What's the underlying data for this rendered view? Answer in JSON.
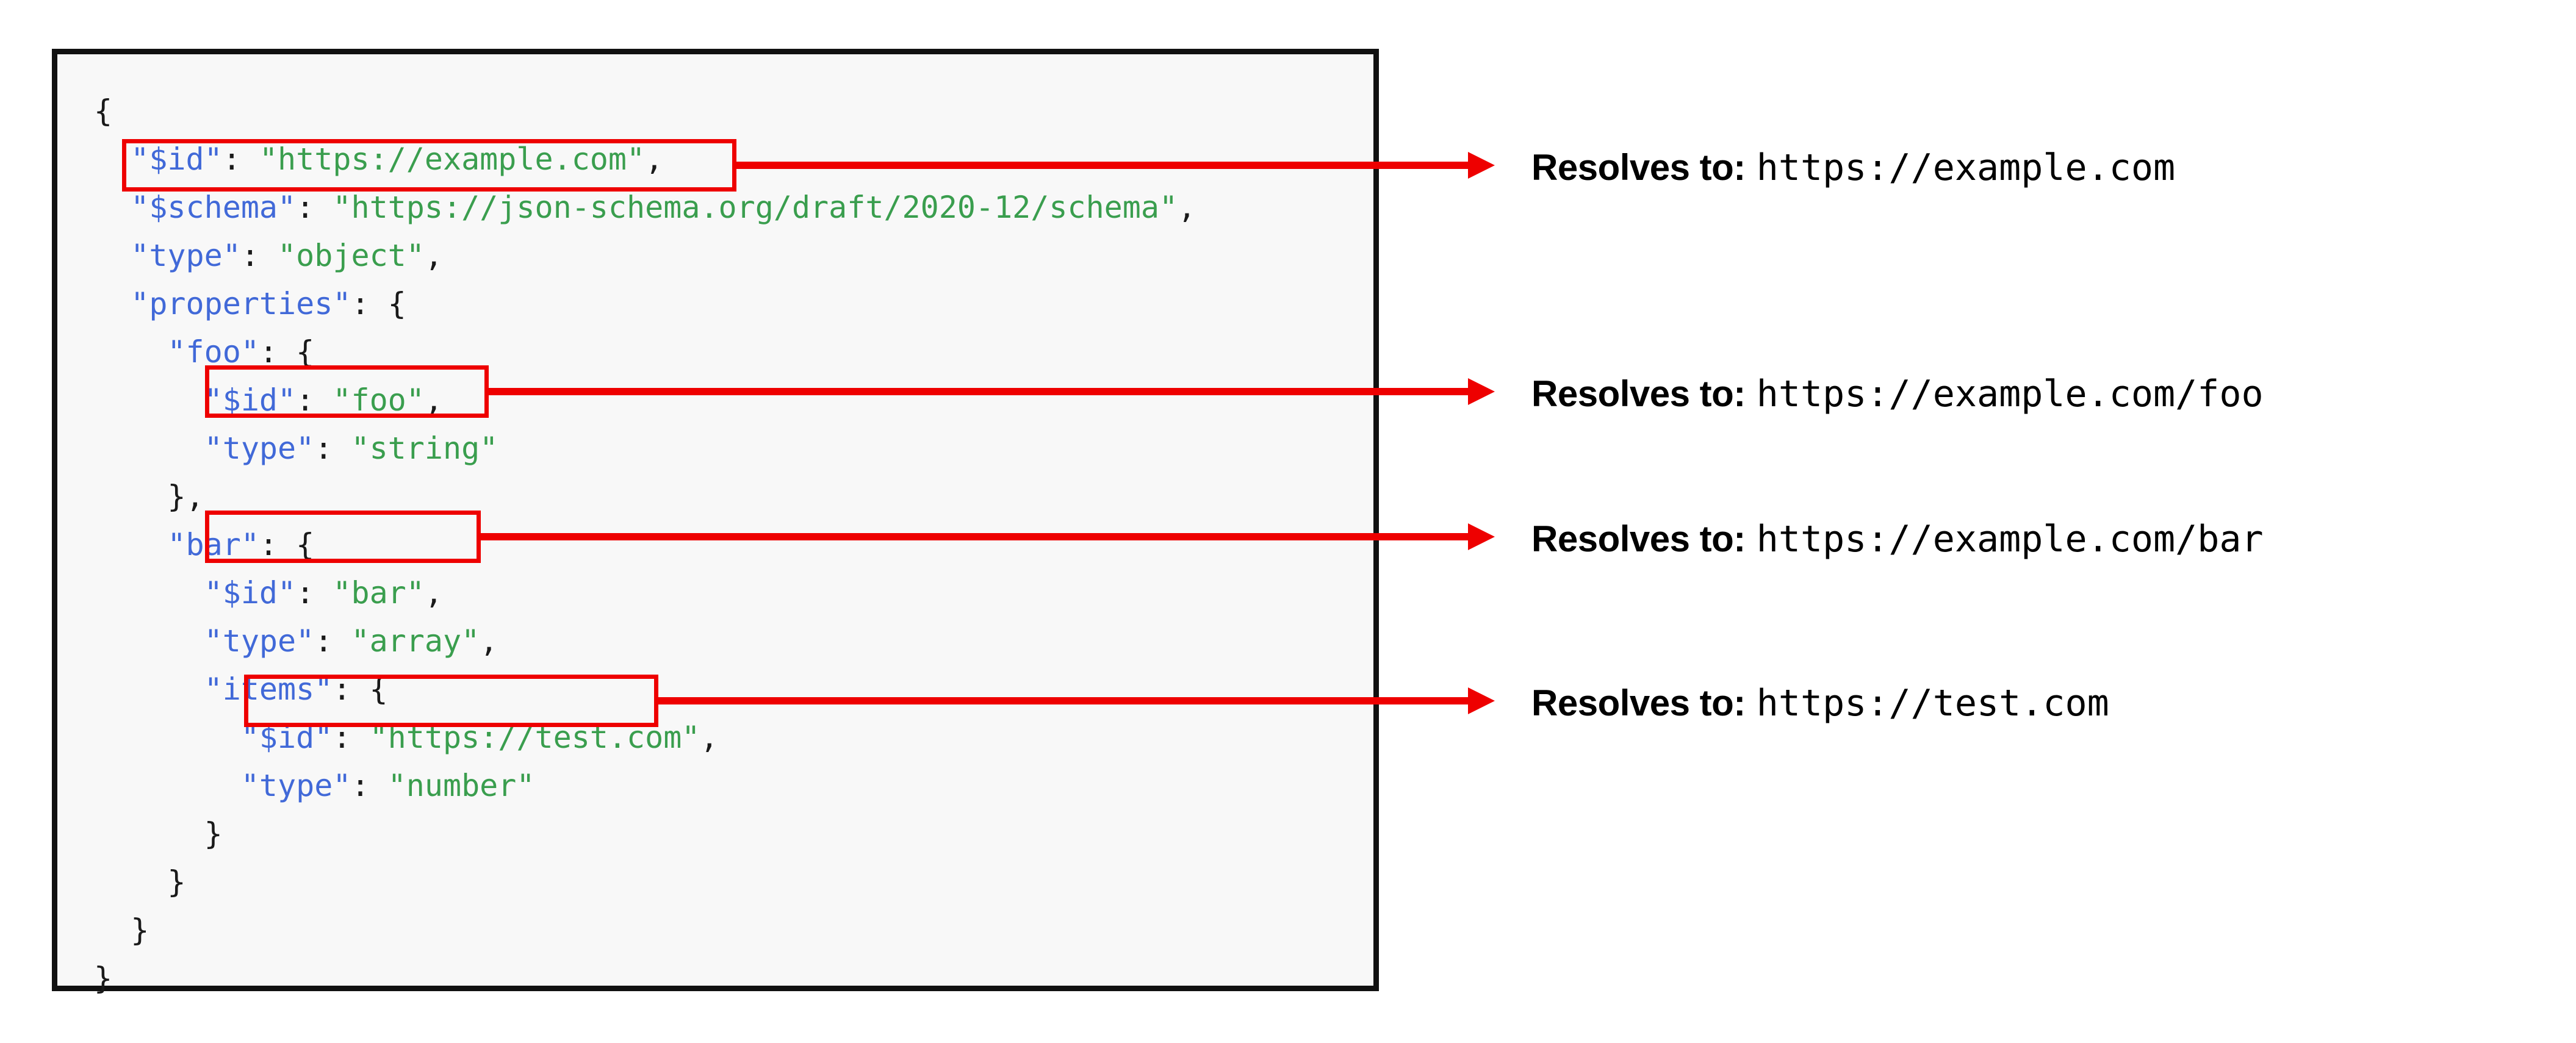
{
  "code_block": {
    "language": "json",
    "lines": [
      {
        "indent": 0,
        "tokens": [
          {
            "t": "p",
            "v": "{"
          }
        ]
      },
      {
        "indent": 1,
        "tokens": [
          {
            "t": "k",
            "v": "\"$id\""
          },
          {
            "t": "p",
            "v": ": "
          },
          {
            "t": "s",
            "v": "\"https://example.com\""
          },
          {
            "t": "p",
            "v": ","
          }
        ]
      },
      {
        "indent": 1,
        "tokens": [
          {
            "t": "k",
            "v": "\"$schema\""
          },
          {
            "t": "p",
            "v": ": "
          },
          {
            "t": "s",
            "v": "\"https://json-schema.org/draft/2020-12/schema\""
          },
          {
            "t": "p",
            "v": ","
          }
        ]
      },
      {
        "indent": 1,
        "tokens": [
          {
            "t": "k",
            "v": "\"type\""
          },
          {
            "t": "p",
            "v": ": "
          },
          {
            "t": "s",
            "v": "\"object\""
          },
          {
            "t": "p",
            "v": ","
          }
        ]
      },
      {
        "indent": 1,
        "tokens": [
          {
            "t": "k",
            "v": "\"properties\""
          },
          {
            "t": "p",
            "v": ": {"
          }
        ]
      },
      {
        "indent": 2,
        "tokens": [
          {
            "t": "k",
            "v": "\"foo\""
          },
          {
            "t": "p",
            "v": ": {"
          }
        ]
      },
      {
        "indent": 3,
        "tokens": [
          {
            "t": "k",
            "v": "\"$id\""
          },
          {
            "t": "p",
            "v": ": "
          },
          {
            "t": "s",
            "v": "\"foo\""
          },
          {
            "t": "p",
            "v": ","
          }
        ]
      },
      {
        "indent": 3,
        "tokens": [
          {
            "t": "k",
            "v": "\"type\""
          },
          {
            "t": "p",
            "v": ": "
          },
          {
            "t": "s",
            "v": "\"string\""
          }
        ]
      },
      {
        "indent": 2,
        "tokens": [
          {
            "t": "p",
            "v": "},"
          }
        ]
      },
      {
        "indent": 2,
        "tokens": [
          {
            "t": "k",
            "v": "\"bar\""
          },
          {
            "t": "p",
            "v": ": {"
          }
        ]
      },
      {
        "indent": 3,
        "tokens": [
          {
            "t": "k",
            "v": "\"$id\""
          },
          {
            "t": "p",
            "v": ": "
          },
          {
            "t": "s",
            "v": "\"bar\""
          },
          {
            "t": "p",
            "v": ","
          }
        ]
      },
      {
        "indent": 3,
        "tokens": [
          {
            "t": "k",
            "v": "\"type\""
          },
          {
            "t": "p",
            "v": ": "
          },
          {
            "t": "s",
            "v": "\"array\""
          },
          {
            "t": "p",
            "v": ","
          }
        ]
      },
      {
        "indent": 3,
        "tokens": [
          {
            "t": "k",
            "v": "\"items\""
          },
          {
            "t": "p",
            "v": ": {"
          }
        ]
      },
      {
        "indent": 4,
        "tokens": [
          {
            "t": "k",
            "v": "\"$id\""
          },
          {
            "t": "p",
            "v": ": "
          },
          {
            "t": "s",
            "v": "\"https://test.com\""
          },
          {
            "t": "p",
            "v": ","
          }
        ]
      },
      {
        "indent": 4,
        "tokens": [
          {
            "t": "k",
            "v": "\"type\""
          },
          {
            "t": "p",
            "v": ": "
          },
          {
            "t": "s",
            "v": "\"number\""
          }
        ]
      },
      {
        "indent": 3,
        "tokens": [
          {
            "t": "p",
            "v": "}"
          }
        ]
      },
      {
        "indent": 2,
        "tokens": [
          {
            "t": "p",
            "v": "}"
          }
        ]
      },
      {
        "indent": 1,
        "tokens": [
          {
            "t": "p",
            "v": "}"
          }
        ]
      },
      {
        "indent": 0,
        "tokens": [
          {
            "t": "p",
            "v": "}"
          }
        ]
      }
    ]
  },
  "highlights": [
    {
      "target_line": 1,
      "target_text": "\"$id\": \"https://example.com\","
    },
    {
      "target_line": 6,
      "target_text": "\"$id\": \"foo\","
    },
    {
      "target_line": 10,
      "target_text": "\"$id\": \"bar\","
    },
    {
      "target_line": 13,
      "target_text": "\"$id\": \"https://test.com\","
    }
  ],
  "annotations": [
    {
      "label": "Resolves to:",
      "url": "https://example.com"
    },
    {
      "label": "Resolves to:",
      "url": "https://example.com/foo"
    },
    {
      "label": "Resolves to:",
      "url": "https://example.com/bar"
    },
    {
      "label": "Resolves to:",
      "url": "https://test.com"
    }
  ],
  "colors": {
    "key": "#4169d8",
    "string": "#3a9e4e",
    "punctuation": "#1a1a1a",
    "highlight": "#ee0000",
    "arrow": "#ee0000",
    "code_background": "#f8f8f8",
    "code_border": "#111111",
    "page_background": "#ffffff",
    "annotation_text": "#000000"
  }
}
